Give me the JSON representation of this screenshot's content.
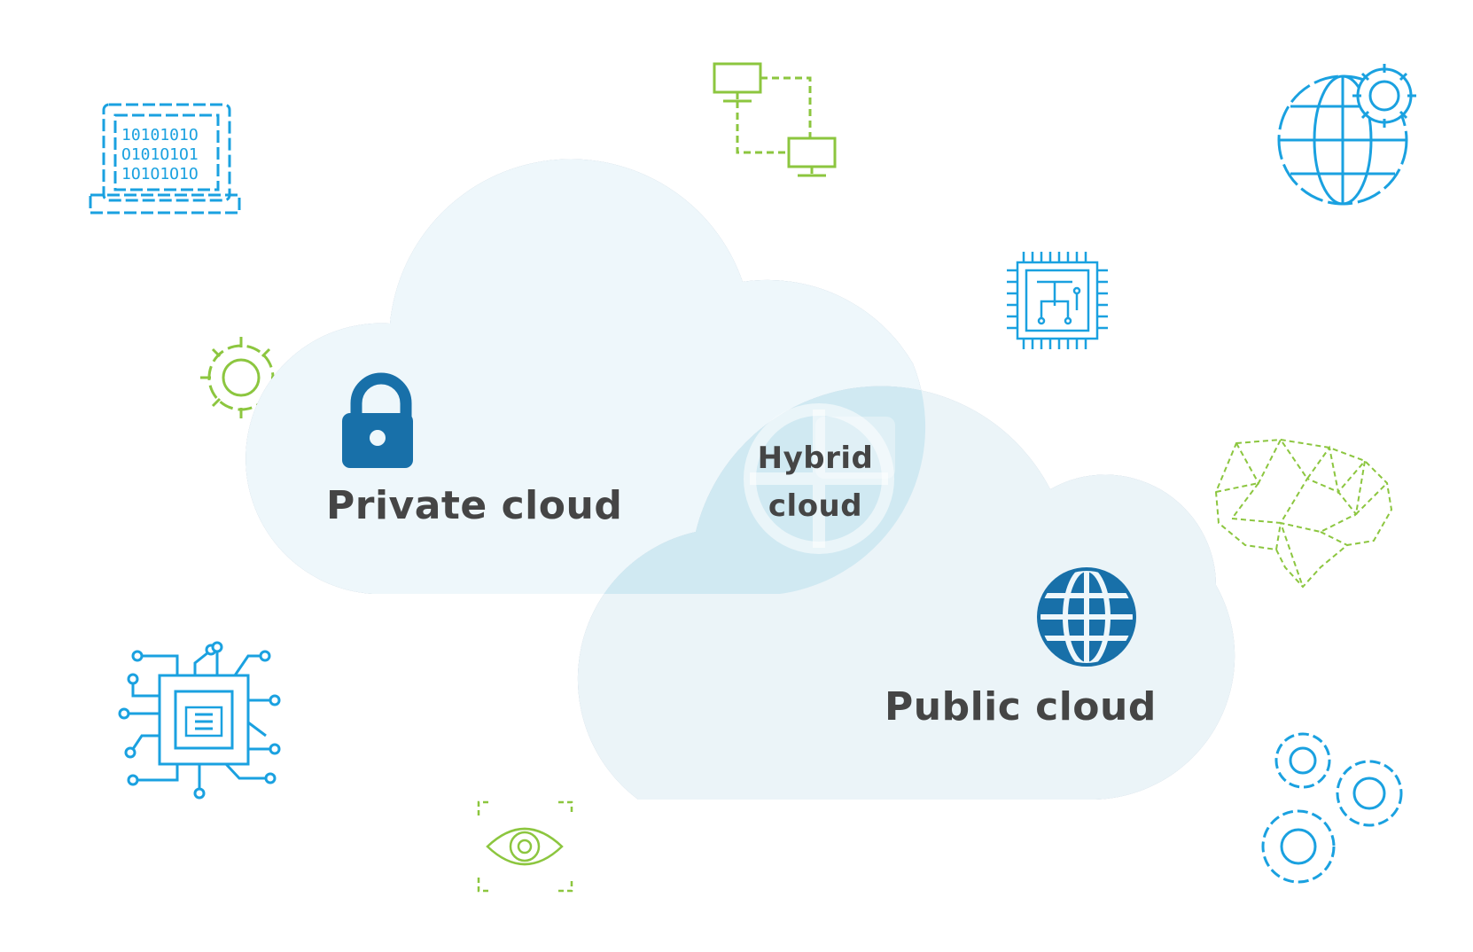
{
  "clouds": {
    "private": {
      "label": "Private cloud",
      "icon": "lock-icon"
    },
    "hybrid": {
      "label_line1": "Hybrid",
      "label_line2": "cloud",
      "icon": "globe-lock-icon"
    },
    "public": {
      "label": "Public cloud",
      "icon": "globe-icon"
    }
  },
  "decorations": [
    "binary-laptop-icon",
    "network-computers-icon",
    "globe-gear-icon",
    "cpu-chip-icon",
    "gear-icon",
    "neural-brain-icon",
    "circuit-chip-icon",
    "eye-scan-icon",
    "gears-icon"
  ],
  "colors": {
    "blue": "#1aa1e0",
    "green": "#8cc63f",
    "dark_blue": "#1870a9",
    "cloud_fill": "#eef7fb",
    "overlap_fill": "#cbe6f1",
    "text": "#454545"
  }
}
